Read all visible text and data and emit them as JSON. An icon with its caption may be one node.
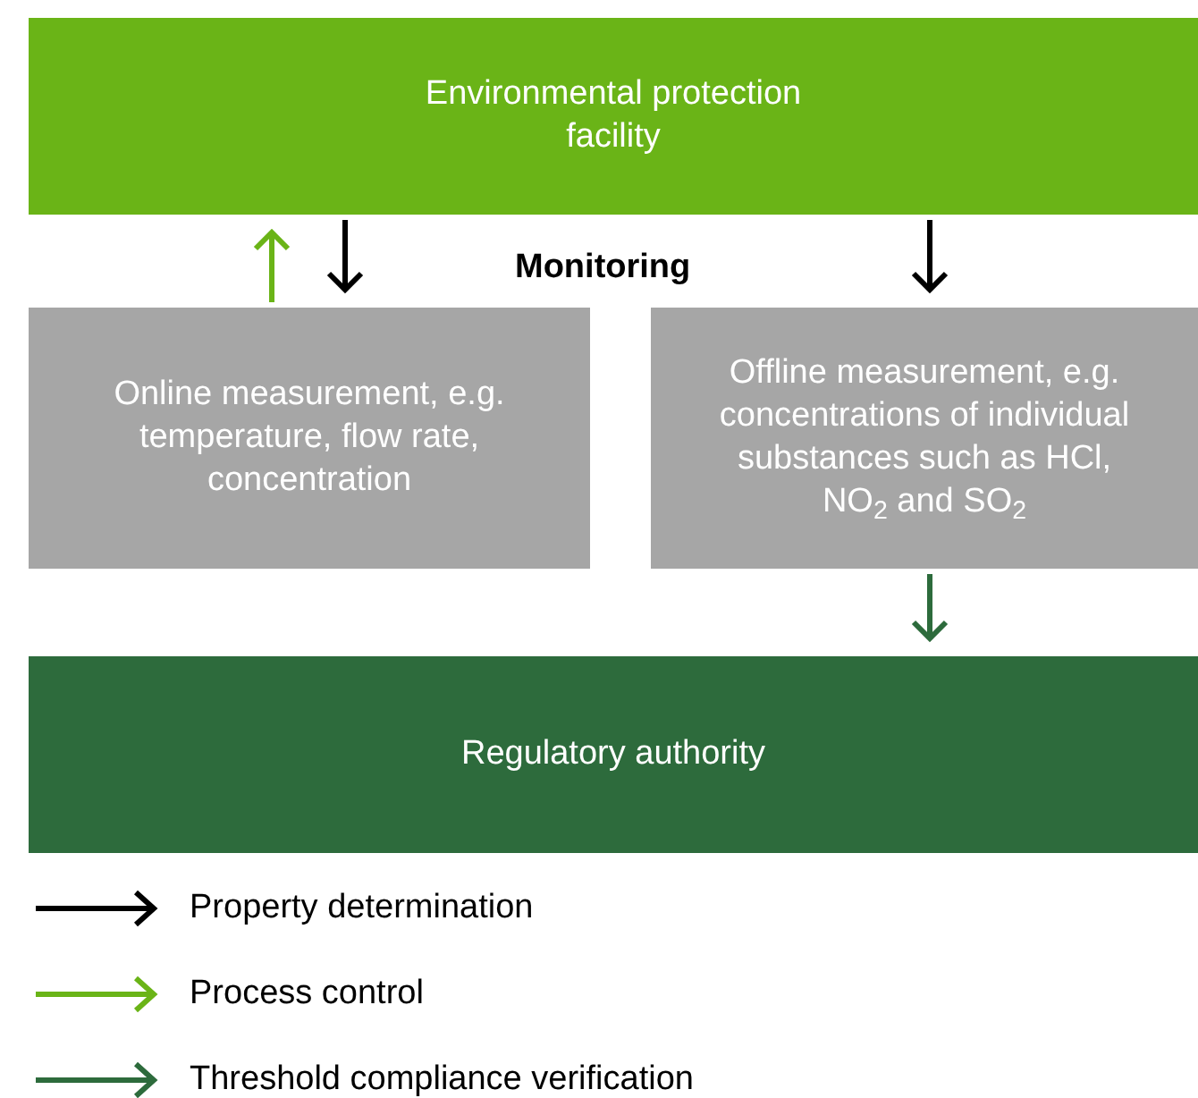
{
  "diagram": {
    "nodes": [
      {
        "text": [
          "Environmental protection facility"
        ]
      },
      {
        "text": [
          "Online measurement, e.g. temperature, flow rate, concentration"
        ]
      },
      {
        "text": [
          "Offline measurement, e.g. concentrations of individual substances such as HCl, NO$_{2}$ and SO$_{2}$"
        ]
      },
      {
        "text": [
          "Regulatory authority"
        ]
      }
    ],
    "edges": [
      {
        "from": 0,
        "to": 1,
        "arrow": "to"
      },
      {
        "from": 1,
        "to": 0,
        "arrow": "to",
        "color": "#6ab417"
      },
      {
        "from": 0,
        "to": 2,
        "arrow": "to"
      },
      {
        "from": 2,
        "to": 3,
        "arrow": "to",
        "color": "#2d6b3c"
      }
    ],
    "labels": [
      "Monitoring"
    ],
    "legend": [
      {
        "text": "Property determination"
      },
      {
        "text": "Process control"
      },
      {
        "text": "Threshold compliance verification"
      }
    ]
  }
}
